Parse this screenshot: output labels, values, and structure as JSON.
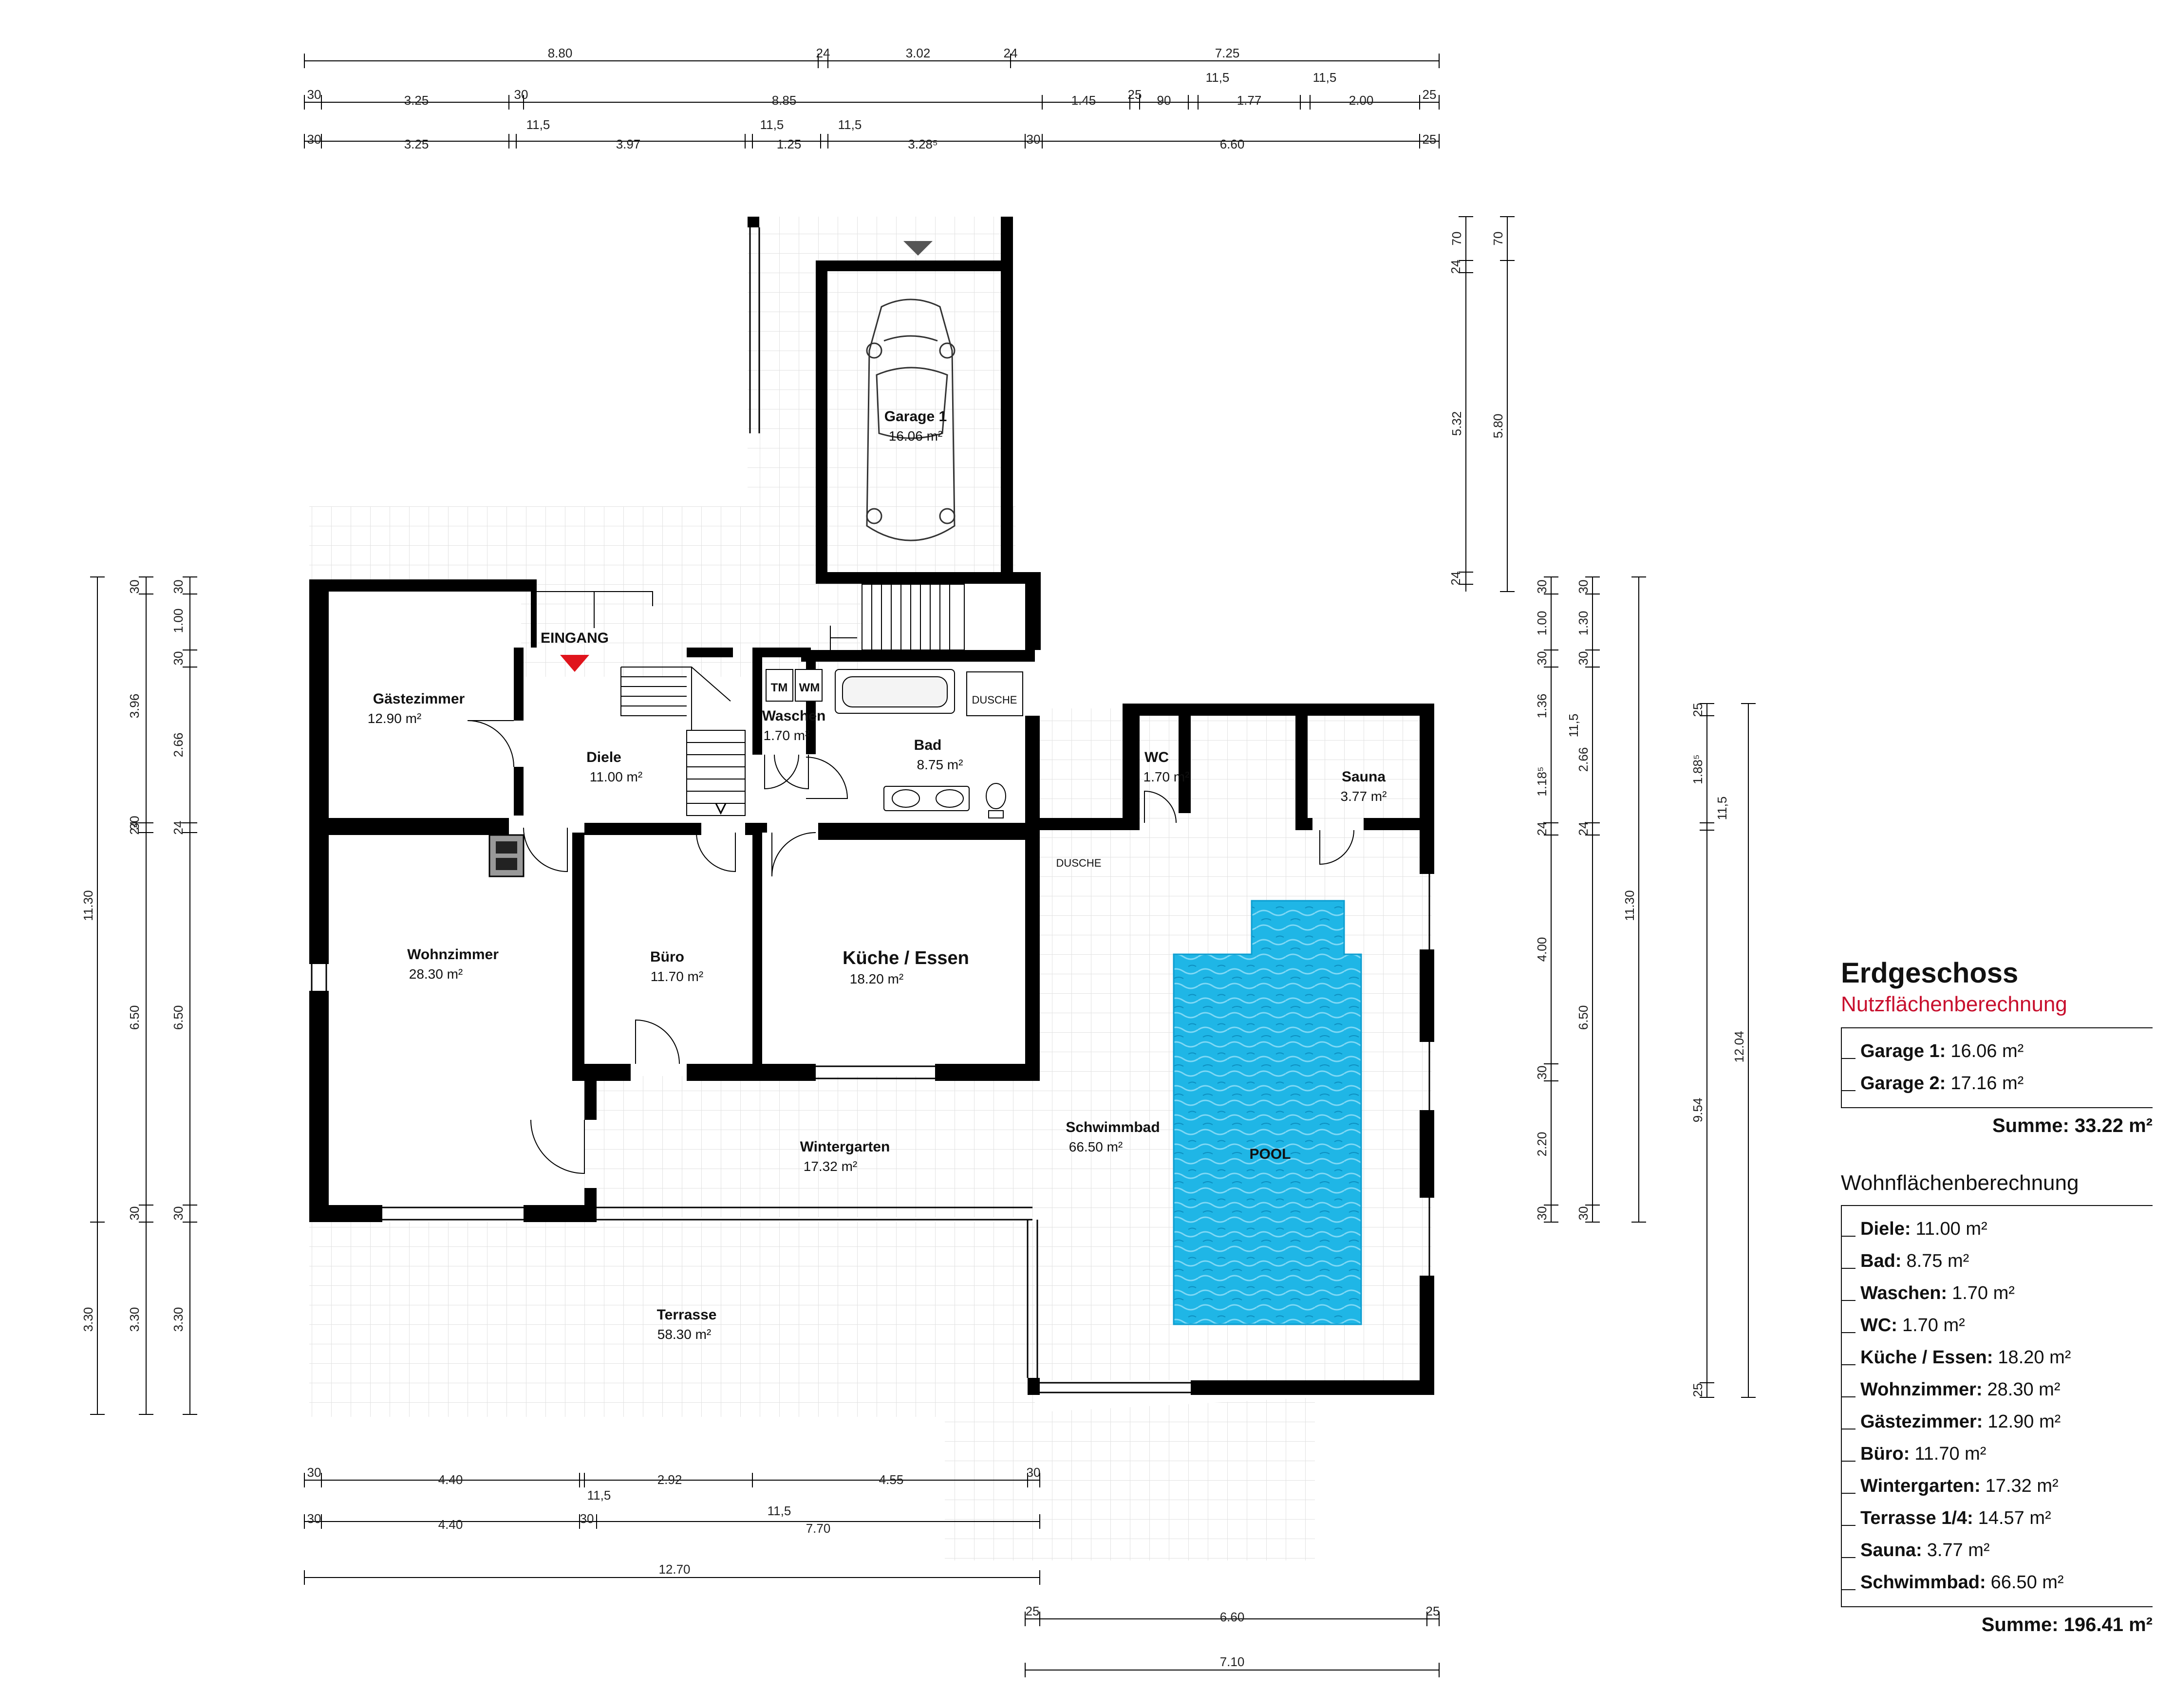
{
  "title": "Erdgeschoss",
  "subtitle_nutz": "Nutzflächenberechnung",
  "subtitle_wohn": "Wohnflächenberechnung",
  "nutz": [
    {
      "label": "Garage 1:",
      "value": "16.06 m²"
    },
    {
      "label": "Garage 2:",
      "value": "17.16 m²"
    }
  ],
  "nutz_sum": "Summe: 33.22 m²",
  "wohn": [
    {
      "label": "Diele:",
      "value": "11.00 m²"
    },
    {
      "label": "Bad:",
      "value": "8.75 m²"
    },
    {
      "label": "Waschen:",
      "value": "1.70 m²"
    },
    {
      "label": "WC:",
      "value": "1.70 m²"
    },
    {
      "label": "Küche / Essen:",
      "value": "18.20 m²"
    },
    {
      "label": "Wohnzimmer:",
      "value": "28.30 m²"
    },
    {
      "label": "Gästezimmer:",
      "value": "12.90 m²"
    },
    {
      "label": "Büro:",
      "value": "11.70 m²"
    },
    {
      "label": "Wintergarten:",
      "value": "17.32 m²"
    },
    {
      "label": "Terrasse  1/4:",
      "value": "14.57 m²"
    },
    {
      "label": "Sauna:",
      "value": "3.77 m²"
    },
    {
      "label": "Schwimmbad:",
      "value": "66.50 m²"
    }
  ],
  "wohn_sum": "Summe: 196.41 m²",
  "rooms": {
    "garage": {
      "name": "Garage 1",
      "area": "16.06 m²"
    },
    "gast": {
      "name": "Gästezimmer",
      "area": "12.90 m²"
    },
    "diele": {
      "name": "Diele",
      "area": "11.00 m²"
    },
    "waschen": {
      "name": "Waschen",
      "area": "1.70 m²"
    },
    "bad": {
      "name": "Bad",
      "area": "8.75 m²"
    },
    "wc": {
      "name": "WC",
      "area": "1.70 m²"
    },
    "sauna": {
      "name": "Sauna",
      "area": "3.77 m²"
    },
    "wohn": {
      "name": "Wohnzimmer",
      "area": "28.30 m²"
    },
    "buero": {
      "name": "Büro",
      "area": "11.70 m²"
    },
    "kueche": {
      "name": "Küche / Essen",
      "area": "18.20 m²"
    },
    "winter": {
      "name": "Wintergarten",
      "area": "17.32 m²"
    },
    "schwimm": {
      "name": "Schwimmbad",
      "area": "66.50 m²"
    },
    "terrasse": {
      "name": "Terrasse",
      "area": "58.30 m²"
    }
  },
  "labels": {
    "eingang": "EINGANG",
    "tm": "TM",
    "wm": "WM",
    "dusche1": "DUSCHE",
    "dusche2": "DUSCHE",
    "pool": "POOL"
  },
  "dims": {
    "top1": [
      "8.80",
      "24",
      "3.02",
      "24",
      "7.25"
    ],
    "top2": [
      "30",
      "3.25",
      "30",
      "8.85",
      "1.45",
      "25",
      "90",
      "11,5",
      "1.77",
      "11,5",
      "2.00",
      "25"
    ],
    "top3": [
      "30",
      "3.25",
      "11,5",
      "3.97",
      "11,5",
      "1.25",
      "11,5",
      "3.28⁵",
      "30",
      "6.60",
      "25"
    ],
    "bot1": [
      "30",
      "4.40",
      "11,5",
      "2.92",
      "4.55",
      "30"
    ],
    "bot2": [
      "30",
      "4.40",
      "30",
      "11,5",
      "7.70"
    ],
    "bot3": [
      "12.70"
    ],
    "bot4": [
      "25",
      "6.60",
      "25"
    ],
    "bot5": [
      "7.10"
    ],
    "left1": [
      "11.30",
      "3.30"
    ],
    "left2": [
      "30",
      "3.96",
      "30",
      "24",
      "6.50",
      "30",
      "3.30"
    ],
    "left3": [
      "30",
      "1.00",
      "30",
      "2.66",
      "24",
      "6.50",
      "30",
      "3.30"
    ],
    "rtop1": [
      "24",
      "70",
      "5.32",
      "24"
    ],
    "rtop2": [
      "70",
      "5.80"
    ],
    "r1": [
      "30",
      "1.00",
      "30",
      "1.36",
      "1.18⁵",
      "24",
      "4.00",
      "30",
      "2.20",
      "30"
    ],
    "r2": [
      "30",
      "1.30",
      "30",
      "11,5",
      "2.66",
      "24",
      "6.50",
      "30"
    ],
    "r3": [
      "11.30"
    ],
    "r4": [
      "25",
      "1.88⁵",
      "11,5",
      "9.54",
      "25"
    ],
    "r5": [
      "12.04"
    ]
  },
  "colors": {
    "wall": "#000000",
    "pool": "#1fb6e6",
    "accent": "#c8102e",
    "tile": "#e4e4e4"
  }
}
